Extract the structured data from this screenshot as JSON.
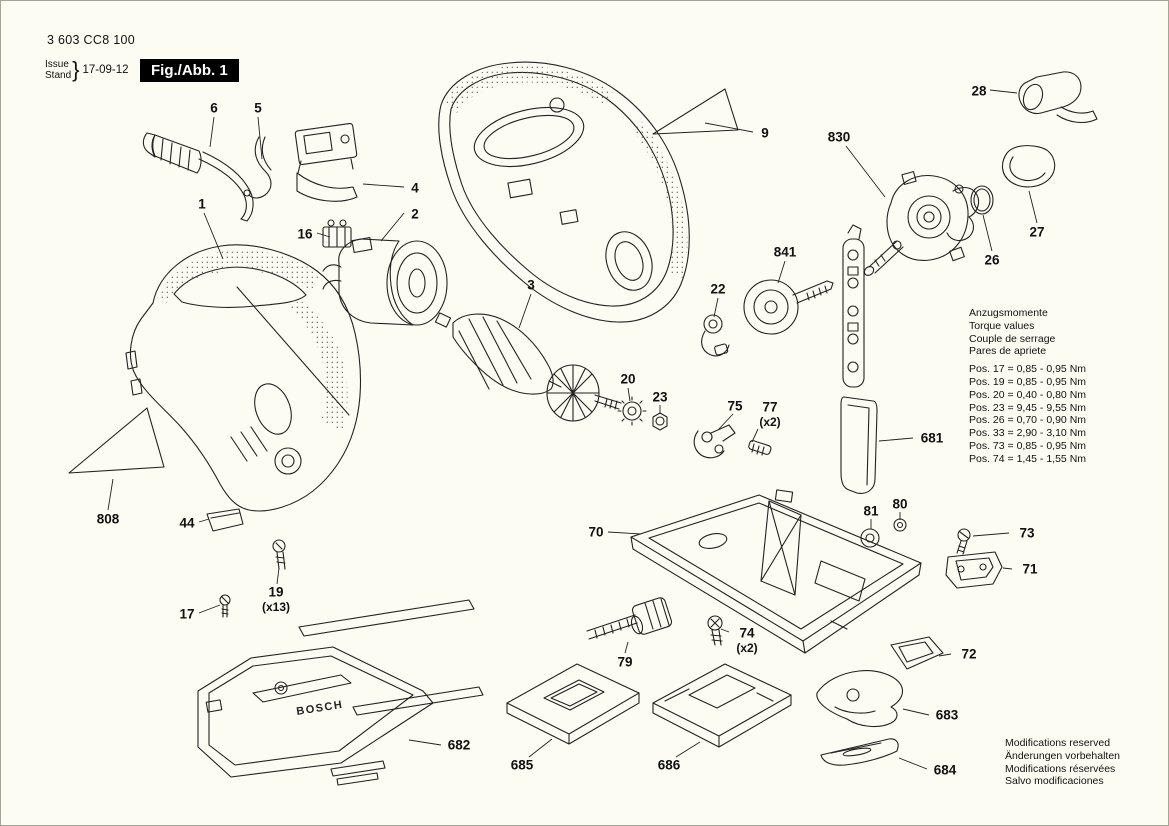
{
  "header": {
    "part_number": "3 603 CC8 100",
    "issue_label": "Issue",
    "stand_label": "Stand",
    "brace": "}",
    "issue_date": "17-09-12",
    "figure_label": "Fig./Abb. 1"
  },
  "torque_note": {
    "headings": [
      "Anzugsmomente",
      "Torque values",
      "Couple de serrage",
      "Pares de apriete"
    ],
    "entries": [
      "Pos. 17 = 0,85 - 0,95 Nm",
      "Pos. 19 = 0,85 - 0,95 Nm",
      "Pos. 20 = 0,40 - 0,80 Nm",
      "Pos. 23 = 9,45 - 9,55 Nm",
      "Pos. 26 = 0,70 - 0,90 Nm",
      "Pos. 33 = 2,90 - 3,10 Nm",
      "Pos. 73 = 0,85 - 0,95 Nm",
      "Pos. 74 = 1,45 - 1,55 Nm"
    ]
  },
  "footer_note": {
    "lines": [
      "Modifications reserved",
      "Änderungen vorbehalten",
      "Modifications réservées",
      "Salvo modificaciones"
    ]
  },
  "diagram": {
    "plate_logo": "BOSCH"
  },
  "part_labels": {
    "n1": "1",
    "n2": "2",
    "n3": "3",
    "n4": "4",
    "n5": "5",
    "n6": "6",
    "n9": "9",
    "n16": "16",
    "n17": "17",
    "n19": "19",
    "n19_qty": "(x13)",
    "n20": "20",
    "n22": "22",
    "n23": "23",
    "n26": "26",
    "n27": "27",
    "n28": "28",
    "n44": "44",
    "n70": "70",
    "n71": "71",
    "n72": "72",
    "n73": "73",
    "n74": "74",
    "n74_qty": "(x2)",
    "n75": "75",
    "n77": "77",
    "n77_qty": "(x2)",
    "n79": "79",
    "n80": "80",
    "n81": "81",
    "n681": "681",
    "n682": "682",
    "n683": "683",
    "n684": "684",
    "n685": "685",
    "n686": "686",
    "n808": "808",
    "n830": "830",
    "n841": "841"
  }
}
